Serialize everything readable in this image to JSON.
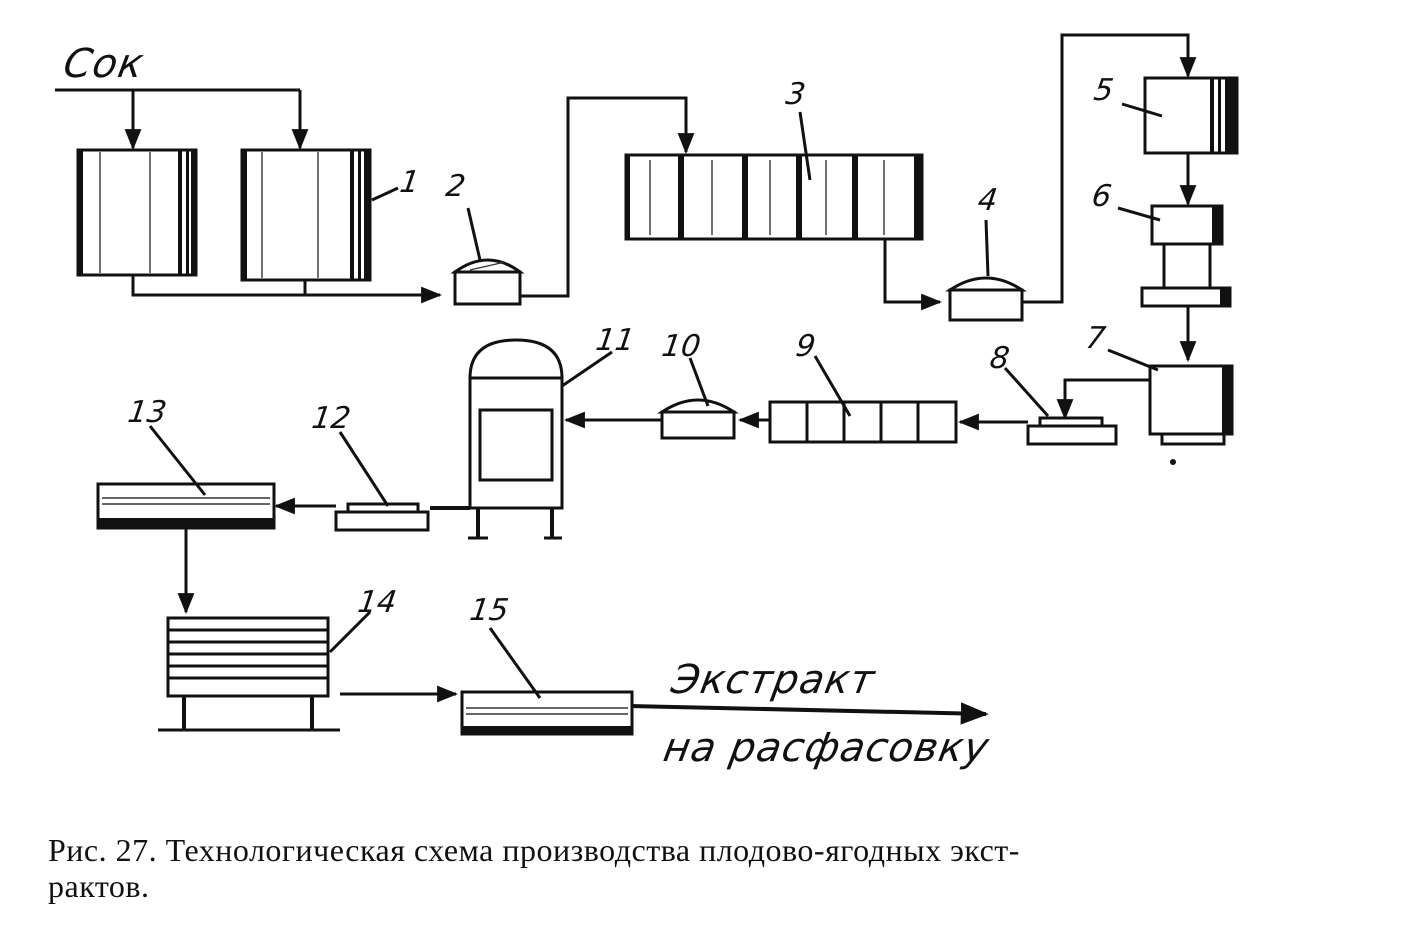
{
  "diagram": {
    "input_label": "Сок",
    "output_label_line1": "Экстракт",
    "output_label_line2": "на расфасовку",
    "numbers": [
      "1",
      "2",
      "3",
      "4",
      "5",
      "6",
      "7",
      "8",
      "9",
      "10",
      "11",
      "12",
      "13",
      "14",
      "15"
    ]
  },
  "caption": {
    "line1": "Рис. 27. Технологическая схема производства плодово-ягодных экст-",
    "line2": "рактов."
  }
}
